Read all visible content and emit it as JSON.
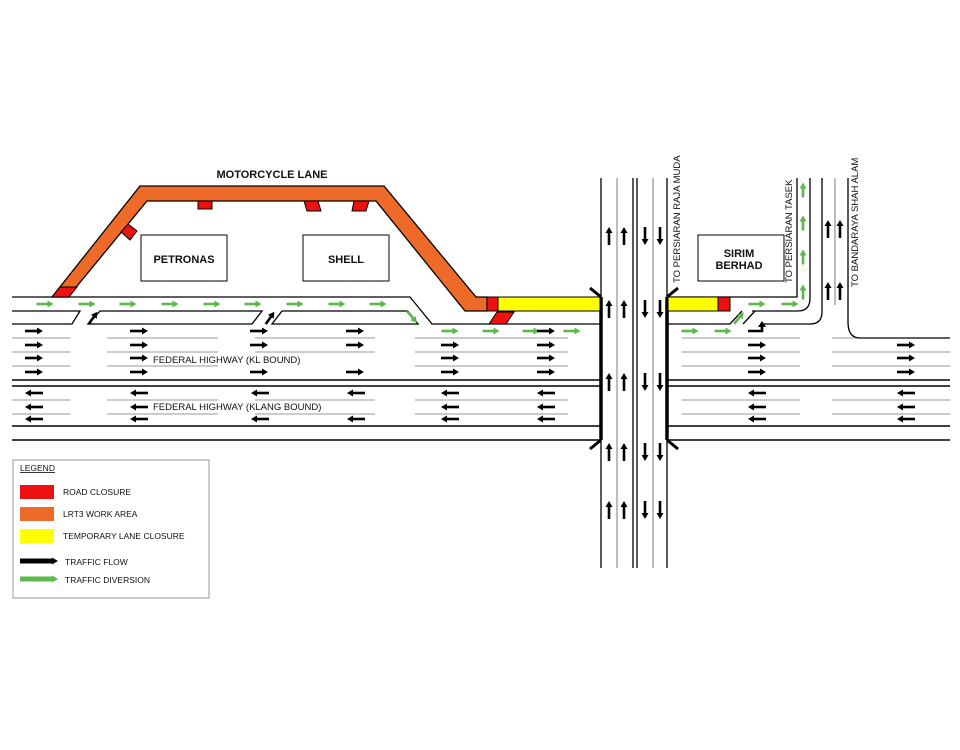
{
  "title": "MOTORCYCLE LANE",
  "buildings": {
    "petronas": "PETRONAS",
    "shell": "SHELL",
    "sirim_line1": "SIRIM",
    "sirim_line2": "BERHAD"
  },
  "roads": {
    "kl_bound": "FEDERAL HIGHWAY (KL BOUND)",
    "klang_bound": "FEDERAL HIGHWAY (KLANG BOUND)",
    "raja_muda": "TO PERSIARAN RAJA MUDA",
    "tasek": "TO PERSIARAN TASEK",
    "shah_alam": "TO BANDARAYA SHAH ALAM"
  },
  "legend": {
    "title": "LEGEND",
    "items": [
      {
        "label": "ROAD CLOSURE",
        "color": "#ee1111",
        "kind": "swatch"
      },
      {
        "label": "LRT3 WORK AREA",
        "color": "#ee6a28",
        "kind": "swatch"
      },
      {
        "label": "TEMPORARY LANE CLOSURE",
        "color": "#ffff00",
        "kind": "swatch"
      },
      {
        "label": "TRAFFIC FLOW",
        "color": "#000000",
        "kind": "arrow"
      },
      {
        "label": "TRAFFIC DIVERSION",
        "color": "#5cb84a",
        "kind": "arrow"
      }
    ]
  }
}
